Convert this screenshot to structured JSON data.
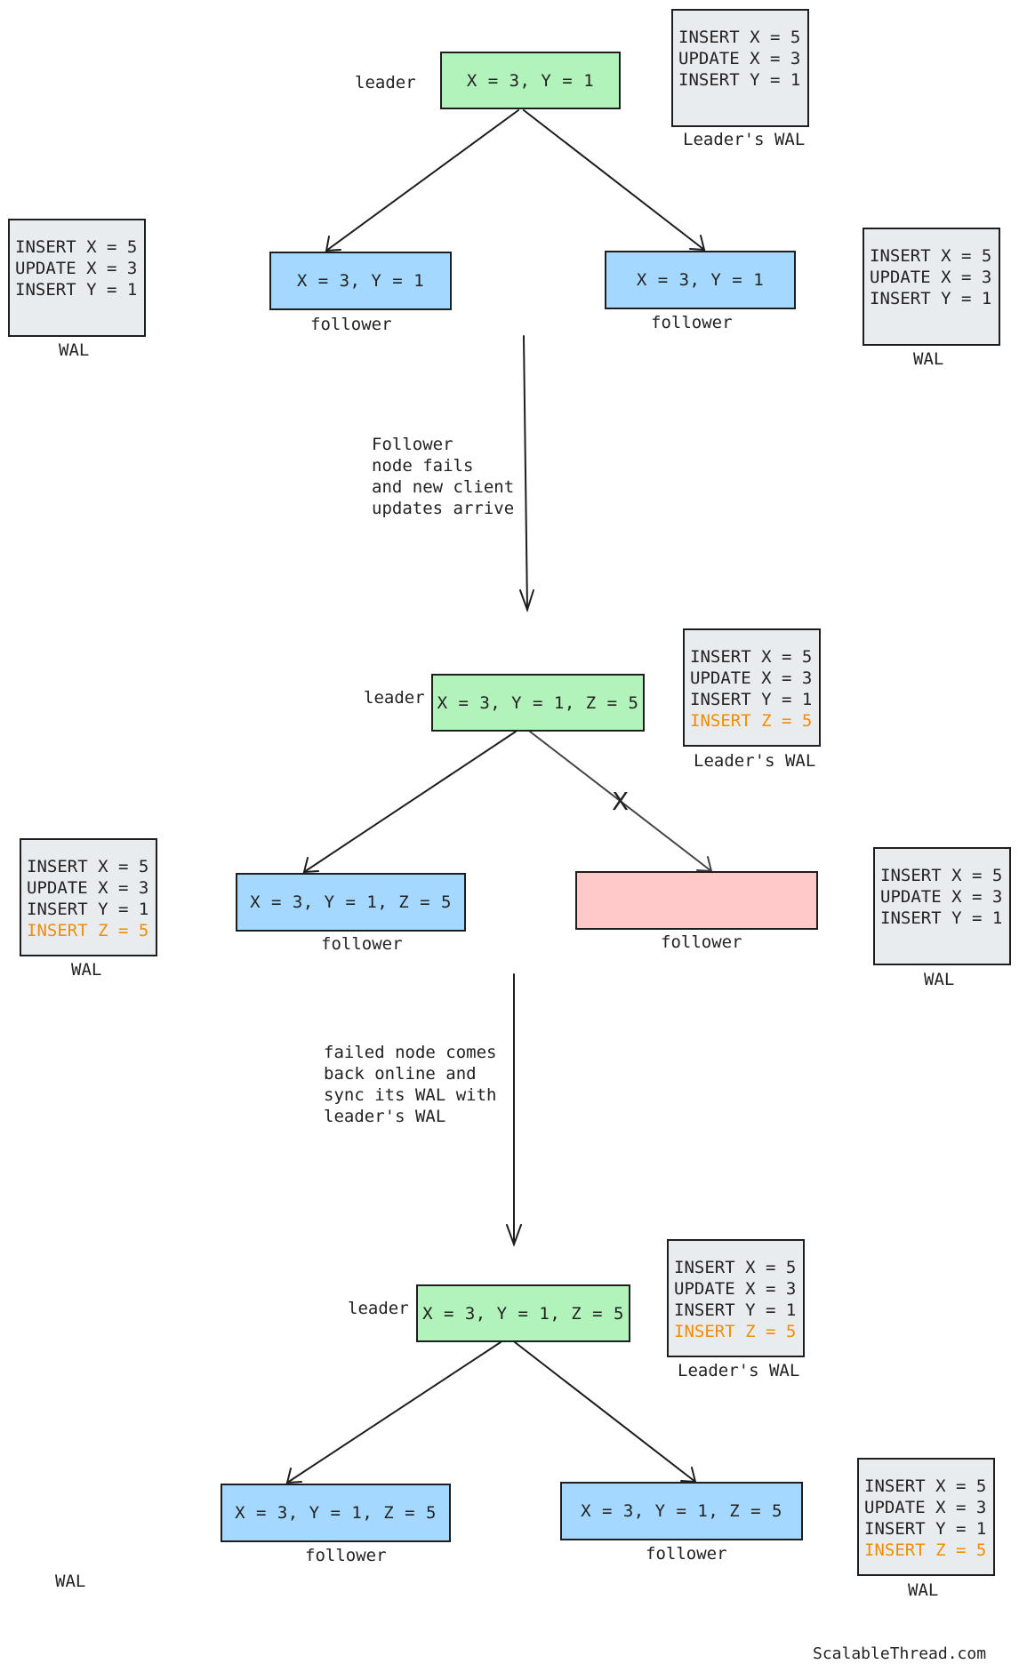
{
  "stage1": {
    "leader": {
      "label": "leader",
      "state": "X = 3, Y = 1"
    },
    "leader_wal": {
      "entries": [
        "INSERT X = 5",
        "UPDATE X = 3",
        "INSERT Y = 1"
      ],
      "caption": "Leader's WAL"
    },
    "left_follower": {
      "state": "X = 3, Y = 1",
      "label": "follower"
    },
    "right_follower": {
      "state": "X = 3, Y = 1",
      "label": "follower"
    },
    "left_wal": {
      "entries": [
        "INSERT X = 5",
        "UPDATE X = 3",
        "INSERT Y = 1"
      ],
      "caption": "WAL"
    },
    "right_wal": {
      "entries": [
        "INSERT X = 5",
        "UPDATE X = 3",
        "INSERT Y = 1"
      ],
      "caption": "WAL"
    }
  },
  "transition1": {
    "lines": [
      "Follower",
      "node fails",
      "and new client",
      "updates arrive"
    ]
  },
  "stage2": {
    "leader": {
      "label": "leader",
      "state": "X = 3, Y = 1, Z = 5"
    },
    "leader_wal": {
      "entries": [
        "INSERT X = 5",
        "UPDATE X = 3",
        "INSERT Y = 1"
      ],
      "new_entry": "INSERT Z = 5",
      "caption": "Leader's WAL"
    },
    "left_follower": {
      "state": "X = 3, Y = 1, Z = 5",
      "label": "follower"
    },
    "right_follower": {
      "state": "",
      "label": "follower"
    },
    "failure_mark": "X",
    "left_wal": {
      "entries": [
        "INSERT X = 5",
        "UPDATE X = 3",
        "INSERT Y = 1"
      ],
      "new_entry": "INSERT Z = 5",
      "caption": "WAL"
    },
    "right_wal": {
      "entries": [
        "INSERT X = 5",
        "UPDATE X = 3",
        "INSERT Y = 1"
      ],
      "caption": "WAL"
    }
  },
  "transition2": {
    "lines": [
      "failed node comes",
      "back online and",
      "sync its WAL with",
      "leader's WAL"
    ]
  },
  "stage3": {
    "leader": {
      "label": "leader",
      "state": "X = 3, Y = 1, Z = 5"
    },
    "leader_wal": {
      "entries": [
        "INSERT X = 5",
        "UPDATE X = 3",
        "INSERT Y = 1"
      ],
      "new_entry": "INSERT Z = 5",
      "caption": "Leader's WAL"
    },
    "left_follower": {
      "state": "X = 3, Y = 1, Z = 5",
      "label": "follower"
    },
    "right_follower": {
      "state": "X = 3, Y = 1, Z = 5",
      "label": "follower"
    },
    "left_wal": {
      "caption": "WAL"
    },
    "right_wal": {
      "entries": [
        "INSERT X = 5",
        "UPDATE X = 3",
        "INSERT Y = 1"
      ],
      "new_entry": "INSERT Z = 5",
      "caption": "WAL"
    }
  },
  "credit": "ScalableThread.com",
  "colors": {
    "leader": "#b2f2bb",
    "follower": "#a5d8ff",
    "failed": "#ffc9c9",
    "wal": "#e9ecef",
    "new_entry": "#f08c00"
  }
}
